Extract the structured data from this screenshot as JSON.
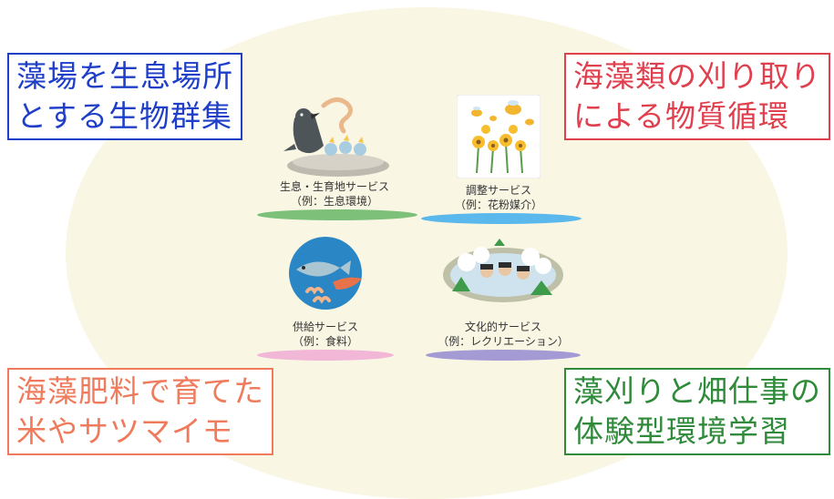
{
  "corners": {
    "top_left": [
      "藻場を生息場所",
      "とする生物群集"
    ],
    "top_right": [
      "海藻類の刈り取り",
      "による物質循環"
    ],
    "bottom_left": [
      "海藻肥料で育てた",
      "米やサツマイモ"
    ],
    "bottom_right": [
      "藻刈りと畑仕事の",
      "体験型環境学習"
    ]
  },
  "services": {
    "habitat": {
      "line1": "生息・生育地サービス",
      "line2": "（例：生息環境）",
      "bar_color": "#7cc07a"
    },
    "regulating": {
      "line1": "調整サービス",
      "line2": "（例：花粉媒介）",
      "bar_color": "#5bb8ec"
    },
    "provisioning": {
      "line1": "供給サービス",
      "line2": "（例：食料）",
      "bar_color": "#f2b6d6"
    },
    "cultural": {
      "line1": "文化的サービス",
      "line2": "（例：レクリエーション）",
      "bar_color": "#a49ad4"
    }
  },
  "icons": [
    "bird-nest-icon",
    "bees-flowers-icon",
    "fish-shrimp-icon",
    "onsen-icon"
  ]
}
